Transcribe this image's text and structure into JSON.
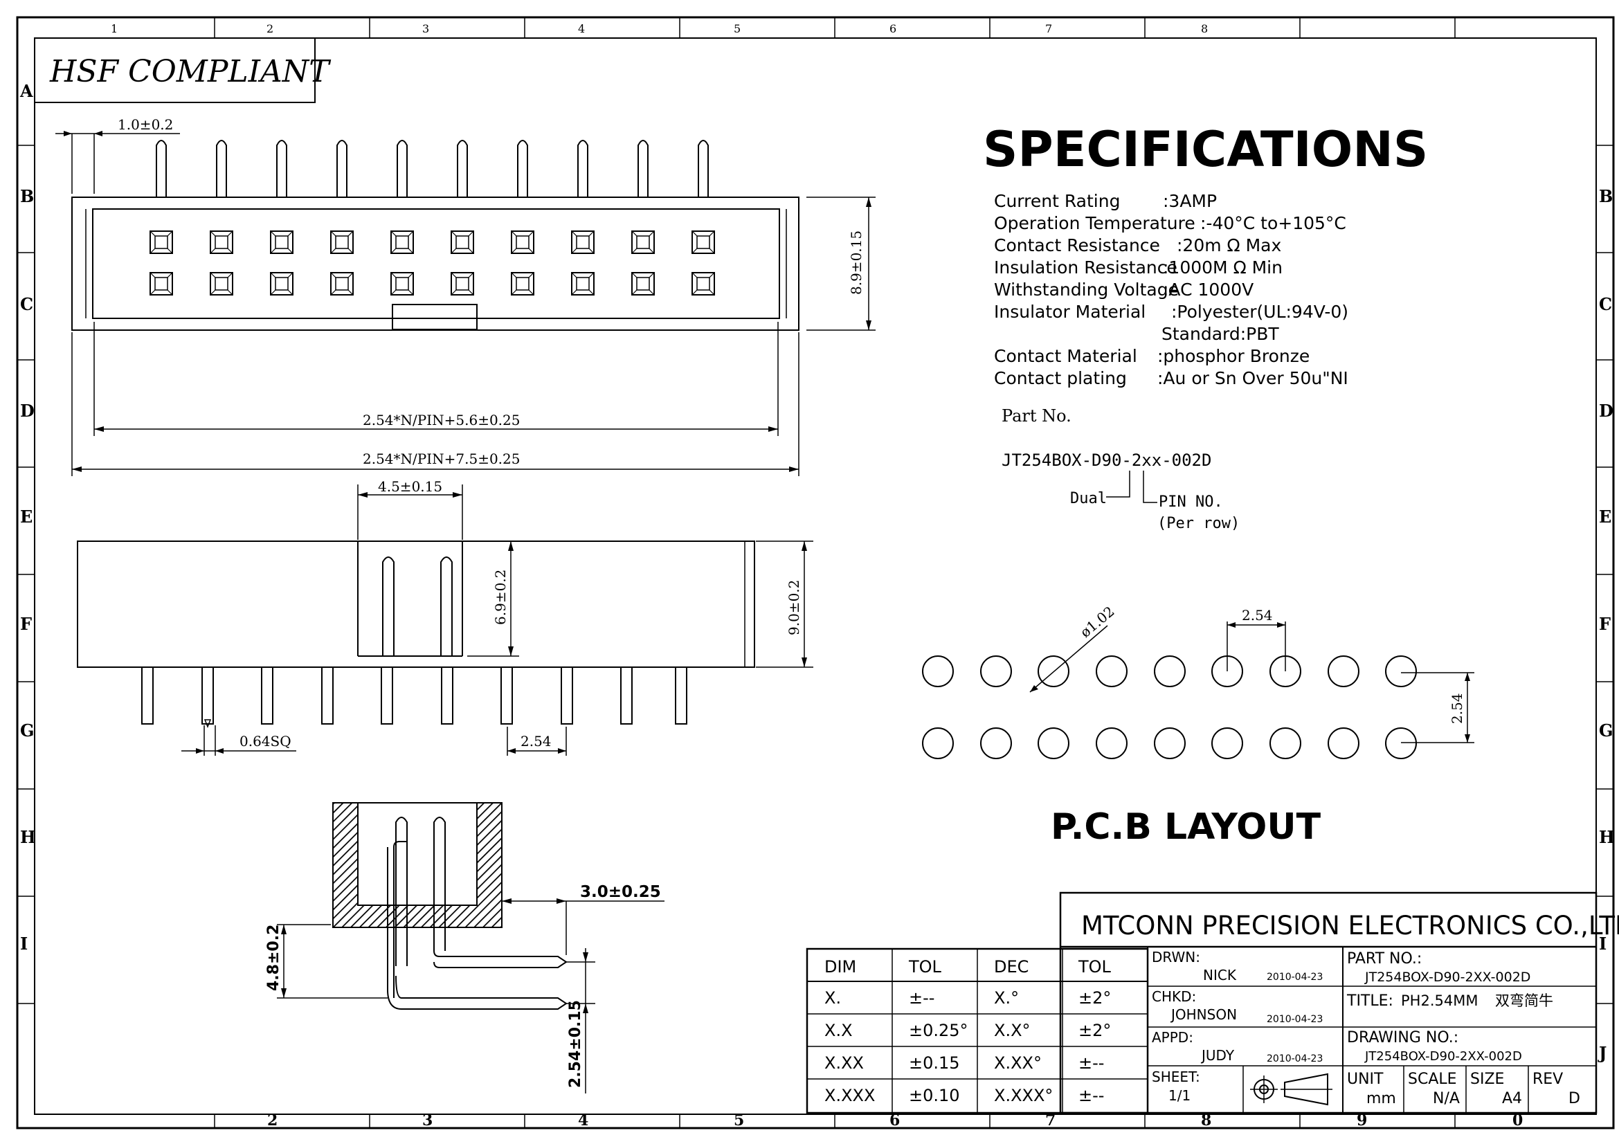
{
  "border": {
    "cols_top": [
      "1",
      "2",
      "3",
      "4",
      "5",
      "6",
      "7",
      "8"
    ],
    "cols_bottom": [
      "2",
      "3",
      "4",
      "5",
      "6",
      "7",
      "8",
      "9",
      "0"
    ],
    "rows_left": [
      "A",
      "B",
      "C",
      "D",
      "E",
      "F",
      "G",
      "H",
      "I"
    ],
    "rows_right": [
      "B",
      "C",
      "D",
      "E",
      "F",
      "G",
      "H",
      "I",
      "J"
    ]
  },
  "hsf": "HSF COMPLIANT",
  "specs": {
    "title": "SPECIFICATIONS",
    "items": [
      {
        "label": "Current Rating",
        "value": ":3AMP"
      },
      {
        "label": "Operation Temperature",
        "value": ":-40°C to+105°C"
      },
      {
        "label": "Contact Resistance",
        "value": ":20m Ω Max"
      },
      {
        "label": "Insulation Resistance",
        "value": ":1000M Ω Min"
      },
      {
        "label": "Withstanding Voltage",
        "value": ":AC 1000V"
      },
      {
        "label": "Insulator Material",
        "value": ":Polyester(UL:94V-0)"
      },
      {
        "label": "",
        "value": "Standard:PBT"
      },
      {
        "label": "Contact Material",
        "value": ":phosphor Bronze"
      },
      {
        "label": "Contact plating",
        "value": ":Au or Sn Over 50u\"NI"
      }
    ]
  },
  "part": {
    "heading": "Part No.",
    "number": "JT254BOX-D90-2xx-002D",
    "dual": "Dual",
    "pin_no": "PIN NO.",
    "per_row": "(Per row)"
  },
  "dims": {
    "top_pitch": "1.0±0.2",
    "top_height": "8.9±0.15",
    "inner_len": "2.54*N/PIN+5.6±0.25",
    "outer_len": "2.54*N/PIN+7.5±0.25",
    "side_width": "4.5±0.15",
    "side_inner_h": "6.9±0.2",
    "side_total_h": "9.0±0.2",
    "pin_sq": "0.64SQ",
    "pin_pitch": "2.54",
    "sec_offset": "3.0±0.25",
    "sec_height": "4.8±0.2",
    "sec_pitch": "2.54±0.15",
    "pcb_dia": "ø1.02",
    "pcb_pitch_x": "2.54",
    "pcb_pitch_y": "2.54"
  },
  "pcb": {
    "title": "P.C.B  LAYOUT"
  },
  "tolerance": {
    "headers": [
      "DIM",
      "TOL",
      "DEC",
      "TOL"
    ],
    "rows": [
      [
        "X.",
        "±--",
        "X.°",
        "±2°"
      ],
      [
        "X.X",
        "±0.25°",
        "X.X°",
        "±2°"
      ],
      [
        "X.XX",
        "±0.15",
        "X.XX°",
        "±--"
      ],
      [
        "X.XXX",
        "±0.10",
        "X.XXX°",
        "±--"
      ]
    ]
  },
  "titleblock": {
    "company": "MTCONN PRECISION ELECTRONICS CO.,LTD",
    "drwn_label": "DRWN:",
    "drwn_name": "NICK",
    "drwn_date": "2010-04-23",
    "chkd_label": "CHKD:",
    "chkd_name": "JOHNSON",
    "chkd_date": "2010-04-23",
    "appd_label": "APPD:",
    "appd_name": "JUDY",
    "appd_date": "2010-04-23",
    "sheet_label": "SHEET:",
    "sheet_value": "1/1",
    "part_label": "PART NO.:",
    "part_value": "JT254BOX-D90-2XX-002D",
    "title_label": "TITLE:",
    "title_value": "PH2.54MM",
    "title_cn": "双弯简牛",
    "drawing_label": "DRAWING NO.:",
    "drawing_value": "JT254BOX-D90-2XX-002D",
    "unit_label": "UNIT",
    "unit_value": "mm",
    "scale_label": "SCALE",
    "scale_value": "N/A",
    "size_label": "SIZE",
    "size_value": "A4",
    "rev_label": "REV",
    "rev_value": "D"
  }
}
